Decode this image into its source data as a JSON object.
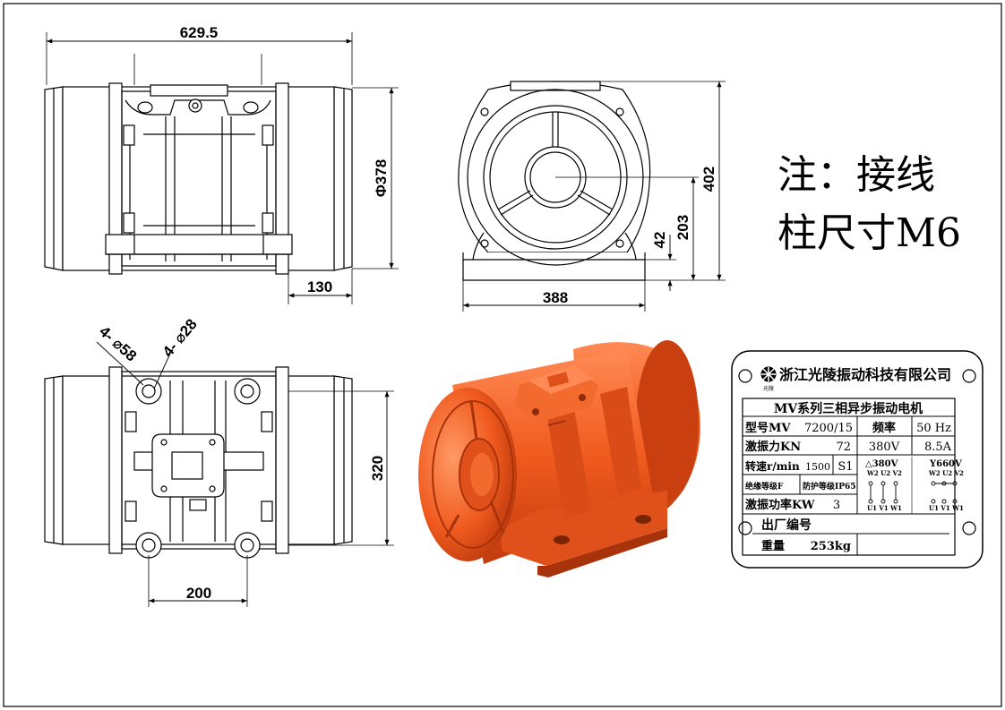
{
  "colors": {
    "line": "#000000",
    "motor_body": "#f05a1e",
    "motor_shadow": "#c93f10",
    "motor_light": "#ff8a55",
    "paper": "#ffffff"
  },
  "note": {
    "line1": "注：接线",
    "line2": "柱尺寸M6"
  },
  "dimensions": {
    "length": "629.5",
    "diameter": "Φ378",
    "flange_offset": "130",
    "height": "402",
    "axis_height": "203",
    "base_thickness": "42",
    "width": "388",
    "slot": "4- ⌀58",
    "hole": "4- ⌀28",
    "hole_spacing_y": "320",
    "hole_spacing_x": "200"
  },
  "nameplate": {
    "company": "浙江光陵振动科技有限公司",
    "logo_mark": "光陵",
    "title": "MV系列三相异步振动电机",
    "rows": [
      {
        "label": "型号MV",
        "value": "7200/15",
        "label2": "频率",
        "value2": "50 Hz"
      },
      {
        "label": "激振力KN",
        "value": "72",
        "label2": "380V",
        "value2": "8.5A"
      },
      {
        "label": "转速r/min",
        "value": "1500",
        "value_b": "S1"
      }
    ],
    "insulation": "绝缘等级F",
    "protection": "防护等级IP65",
    "power_label": "激振功率KW",
    "power_value": "3",
    "delta": {
      "label": "△380V",
      "top": "W2 U2 V2",
      "bottom": "U1 V1 W1"
    },
    "star": {
      "label": "Y660V",
      "top": "W2 U2 V2",
      "bottom": "U1 V1 W1"
    },
    "serial_label": "出厂编号",
    "weight_label": "重量",
    "weight_value": "253kg"
  }
}
